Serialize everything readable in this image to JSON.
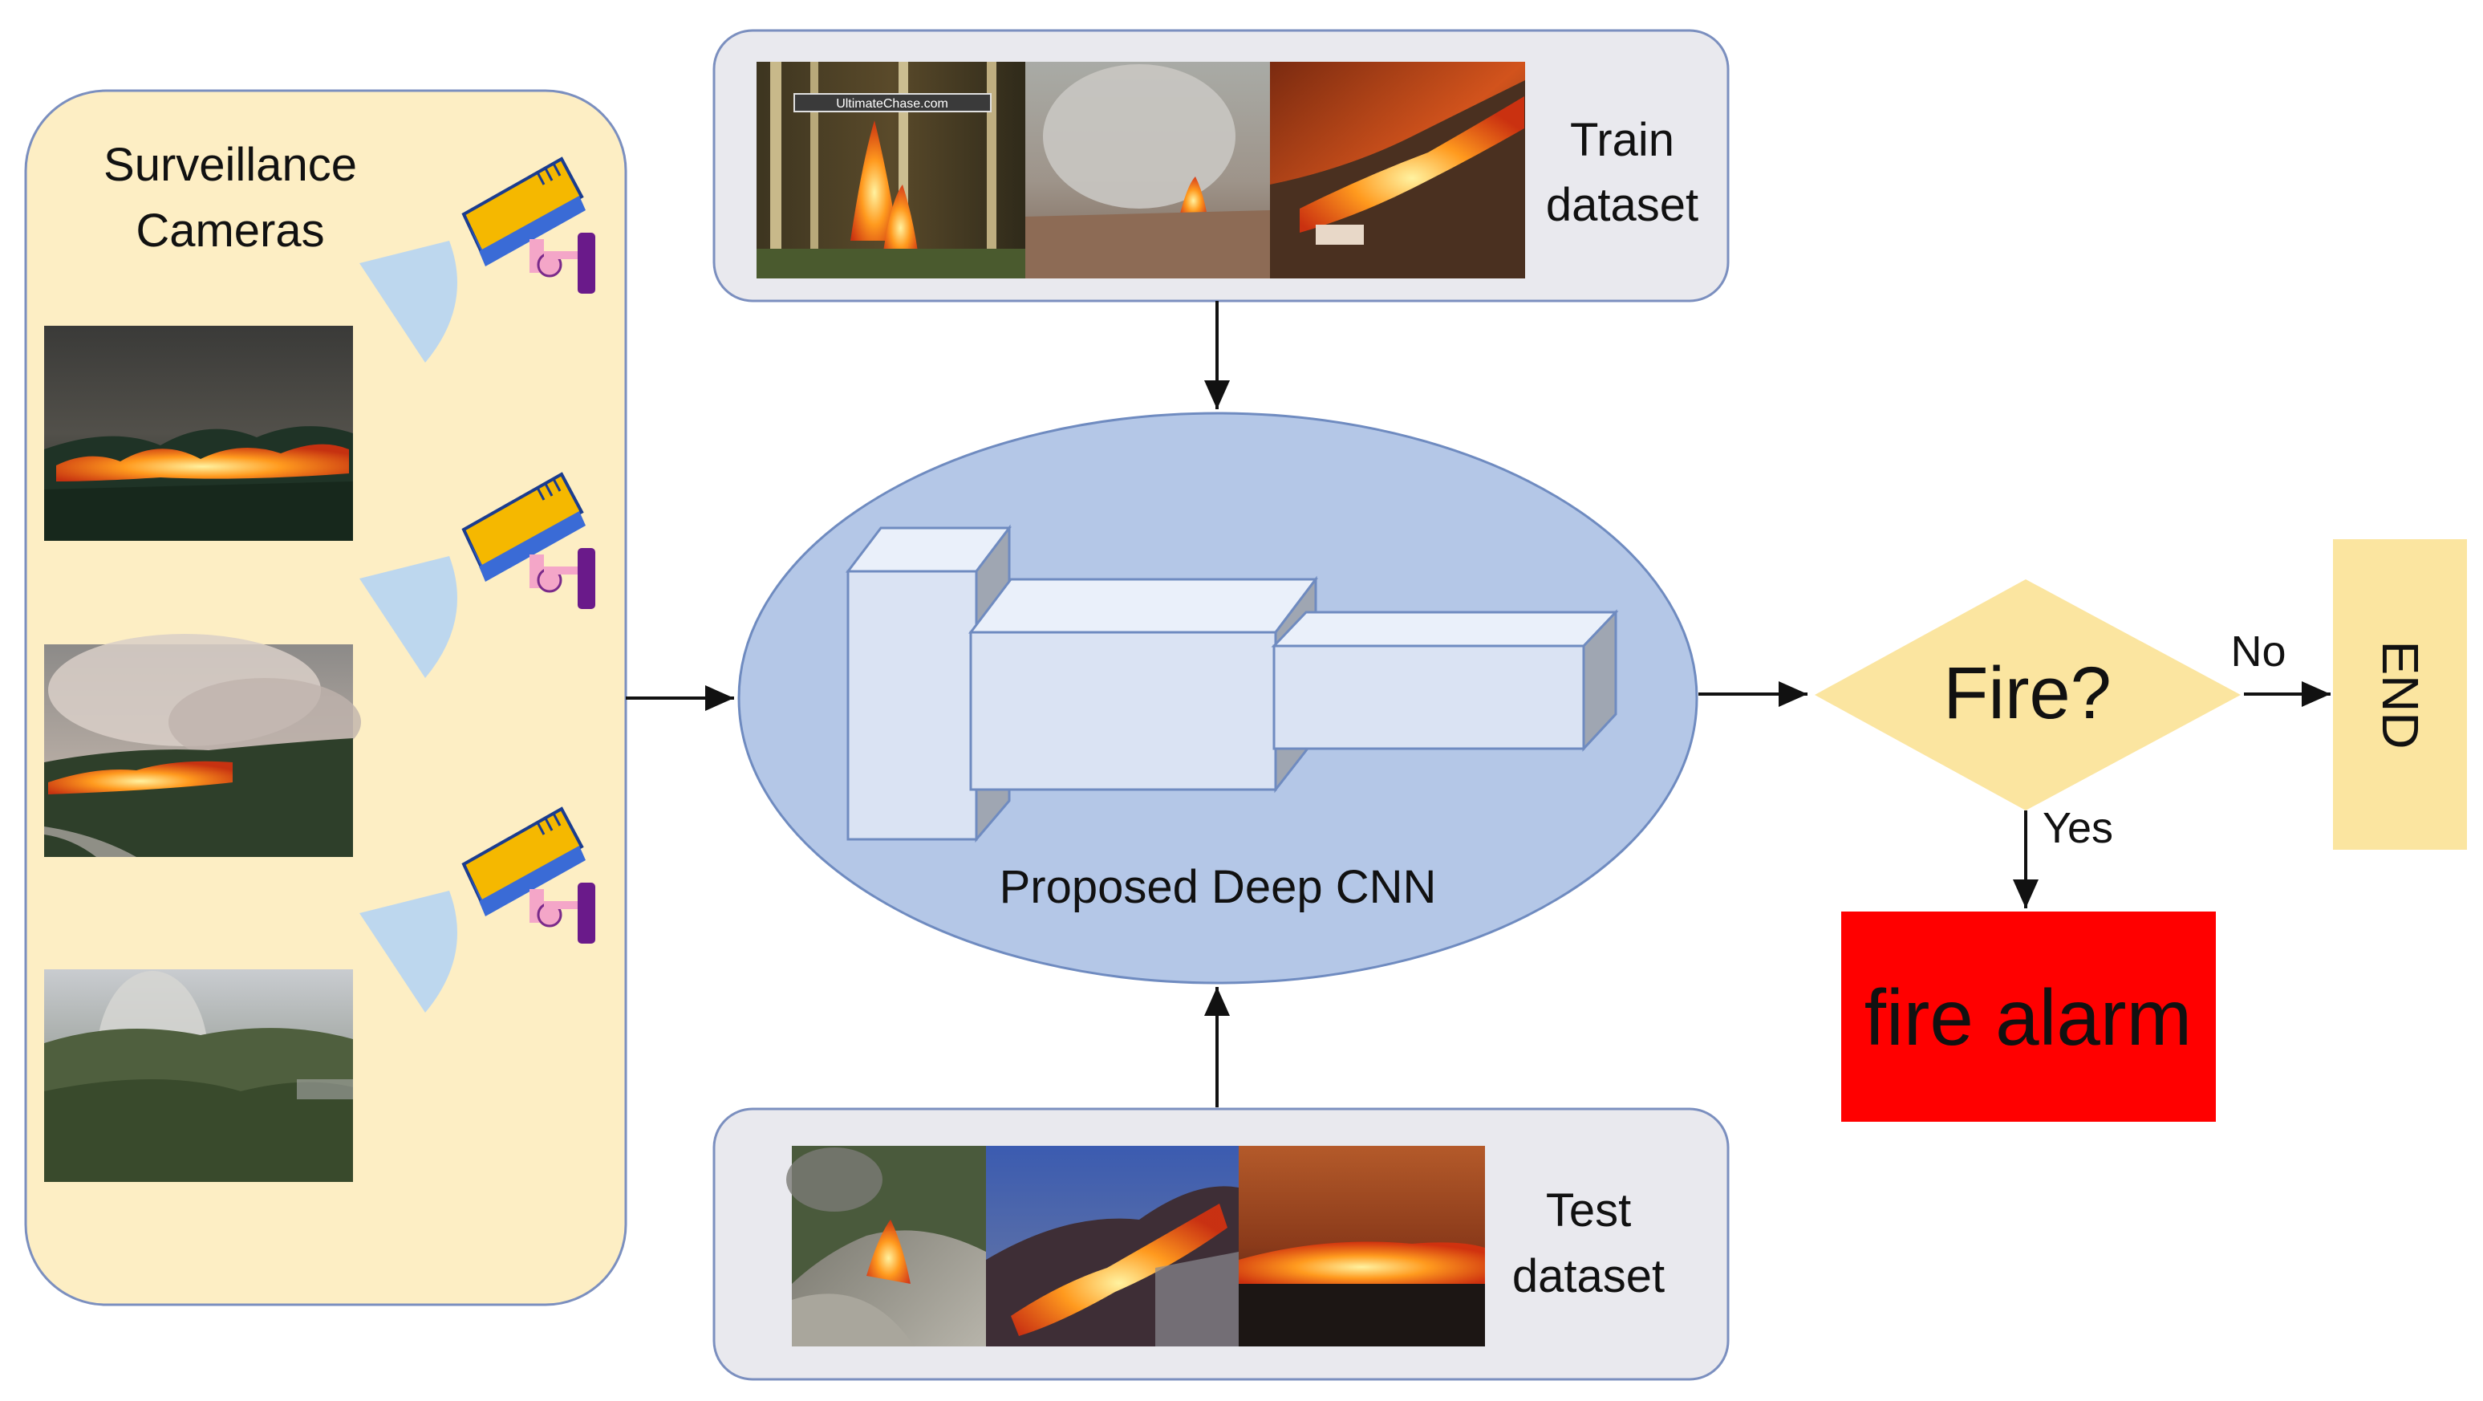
{
  "surveillance": {
    "title_line1": "Surveillance",
    "title_line2": "Cameras",
    "camera_icon": "security-camera-icon",
    "photo_count": 3
  },
  "train": {
    "line1": "Train",
    "line2": "dataset",
    "watermark": "UltimateChase.com"
  },
  "test": {
    "line1": "Test",
    "line2": "dataset"
  },
  "cnn": {
    "label": "Proposed Deep CNN"
  },
  "decision": {
    "label": "Fire?",
    "no_label": "No",
    "yes_label": "Yes"
  },
  "end": {
    "label": "END"
  },
  "alarm": {
    "label": "fire alarm"
  },
  "colors": {
    "panel_cream": "#fdeec4",
    "panel_gray": "#e9e9ee",
    "panel_border": "#7b8fbf",
    "ellipse_fill": "#b4c7e7",
    "ellipse_border": "#6f8bc0",
    "block_front": "#dae3f3",
    "block_top": "#eaf0fa",
    "block_side": "#9fa6b2",
    "diamond": "#fbe5a0",
    "end_box": "#fbe5a0",
    "alarm_box": "#ff0000",
    "arrow": "#111111"
  }
}
